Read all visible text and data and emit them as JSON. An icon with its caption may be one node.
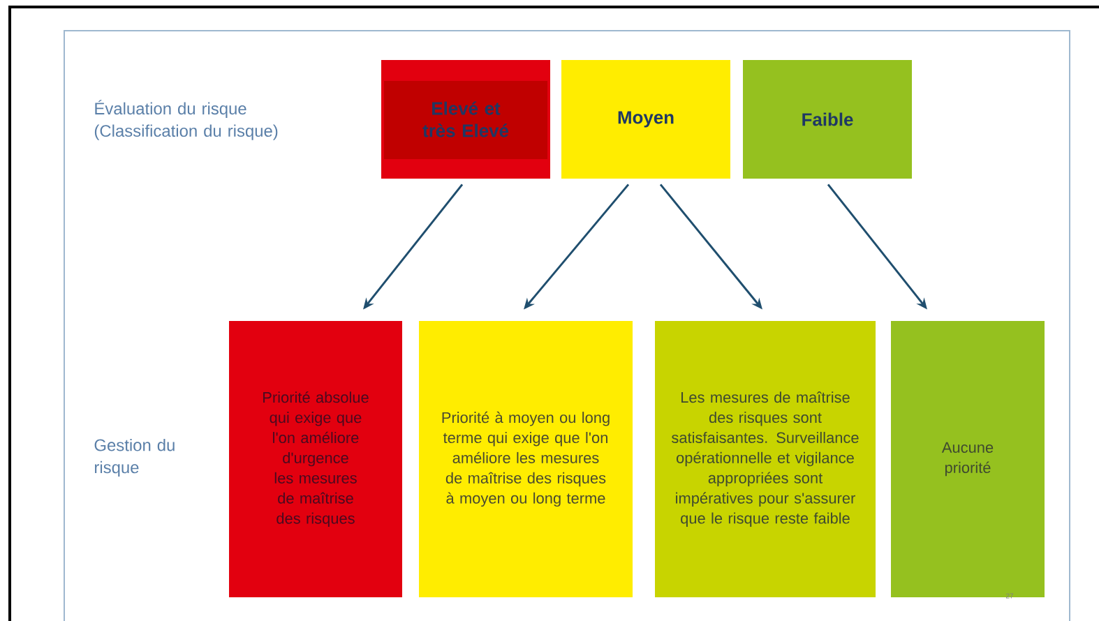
{
  "diagram": {
    "nodes": [
      {
        "text": [
          "Elevé et très Elevé"
        ]
      },
      {
        "text": [
          "Moyen"
        ]
      },
      {
        "text": [
          "Faible"
        ]
      },
      {
        "text": [
          "Priorité absolue qui exige que l'on améliore d'urgence les mesures de maîtrise des risques"
        ]
      },
      {
        "text": [
          "Priorité à moyen ou long terme qui exige que l'on améliore les mesures de maîtrise des risques à moyen ou long terme"
        ]
      },
      {
        "text": [
          "Les mesures de maîtrise des risques sont satisfaisantes. Surveillance opérationnelle et vigilance appropriées sont impératives pour s'assurer que le risque reste faible"
        ]
      },
      {
        "text": [
          "Aucune priorité"
        ]
      }
    ],
    "edges": [
      {
        "from": 0,
        "to": 3,
        "arrow": "to"
      },
      {
        "from": 1,
        "to": 4,
        "arrow": "to"
      },
      {
        "from": 1,
        "to": 5,
        "arrow": "to"
      },
      {
        "from": 2,
        "to": 6,
        "arrow": "to"
      }
    ],
    "labels": [
      "Évaluation du risque (Classification du risque)",
      "Gestion du risque",
      "27"
    ]
  }
}
